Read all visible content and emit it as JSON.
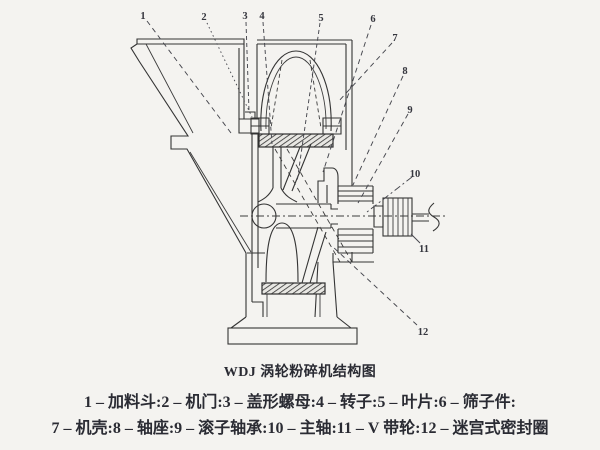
{
  "figure": {
    "caption": "WDJ 涡轮粉碎机结构图",
    "legend_line1": "1 – 加料斗:2 – 机门:3 – 盖形螺母:4 – 转子:5 – 叶片:6 – 筛子件:",
    "legend_line2": "7 – 机壳:8 – 轴座:9 – 滚子轴承:10 – 主轴:11 – V 带轮:12 – 迷宫式密封圈"
  },
  "callouts": {
    "n1": "1",
    "n2": "2",
    "n3": "3",
    "n4": "4",
    "n5": "5",
    "n6": "6",
    "n7": "7",
    "n8": "8",
    "n9": "9",
    "n10": "10",
    "n11": "11",
    "n12": "12"
  },
  "colors": {
    "paper": "#f4f3f0",
    "ink": "#343434",
    "text": "#2a2b33"
  }
}
